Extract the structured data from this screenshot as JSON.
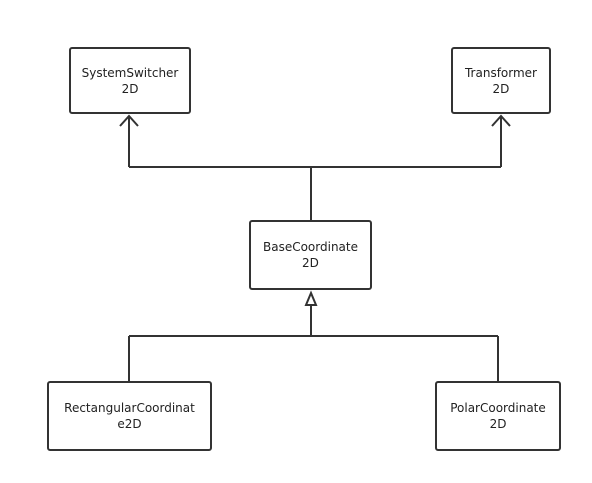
{
  "diagram": {
    "nodes": {
      "system_switcher": {
        "label": "SystemSwitcher\n2D"
      },
      "transformer": {
        "label": "Transformer\n2D"
      },
      "base_coordinate": {
        "label": "BaseCoordinate\n2D"
      },
      "rectangular_coordinate": {
        "label": "RectangularCoordinat\ne2D"
      },
      "polar_coordinate": {
        "label": "PolarCoordinate\n2D"
      }
    },
    "edges": [
      {
        "from": "base_coordinate",
        "to": "system_switcher",
        "arrow": "open"
      },
      {
        "from": "base_coordinate",
        "to": "transformer",
        "arrow": "open"
      },
      {
        "from": "rectangular_coordinate",
        "to": "base_coordinate",
        "arrow": "hollow-triangle"
      },
      {
        "from": "polar_coordinate",
        "to": "base_coordinate",
        "arrow": "hollow-triangle"
      }
    ],
    "colors": {
      "line": "#333333",
      "text": "#222222",
      "background": "#ffffff"
    }
  }
}
